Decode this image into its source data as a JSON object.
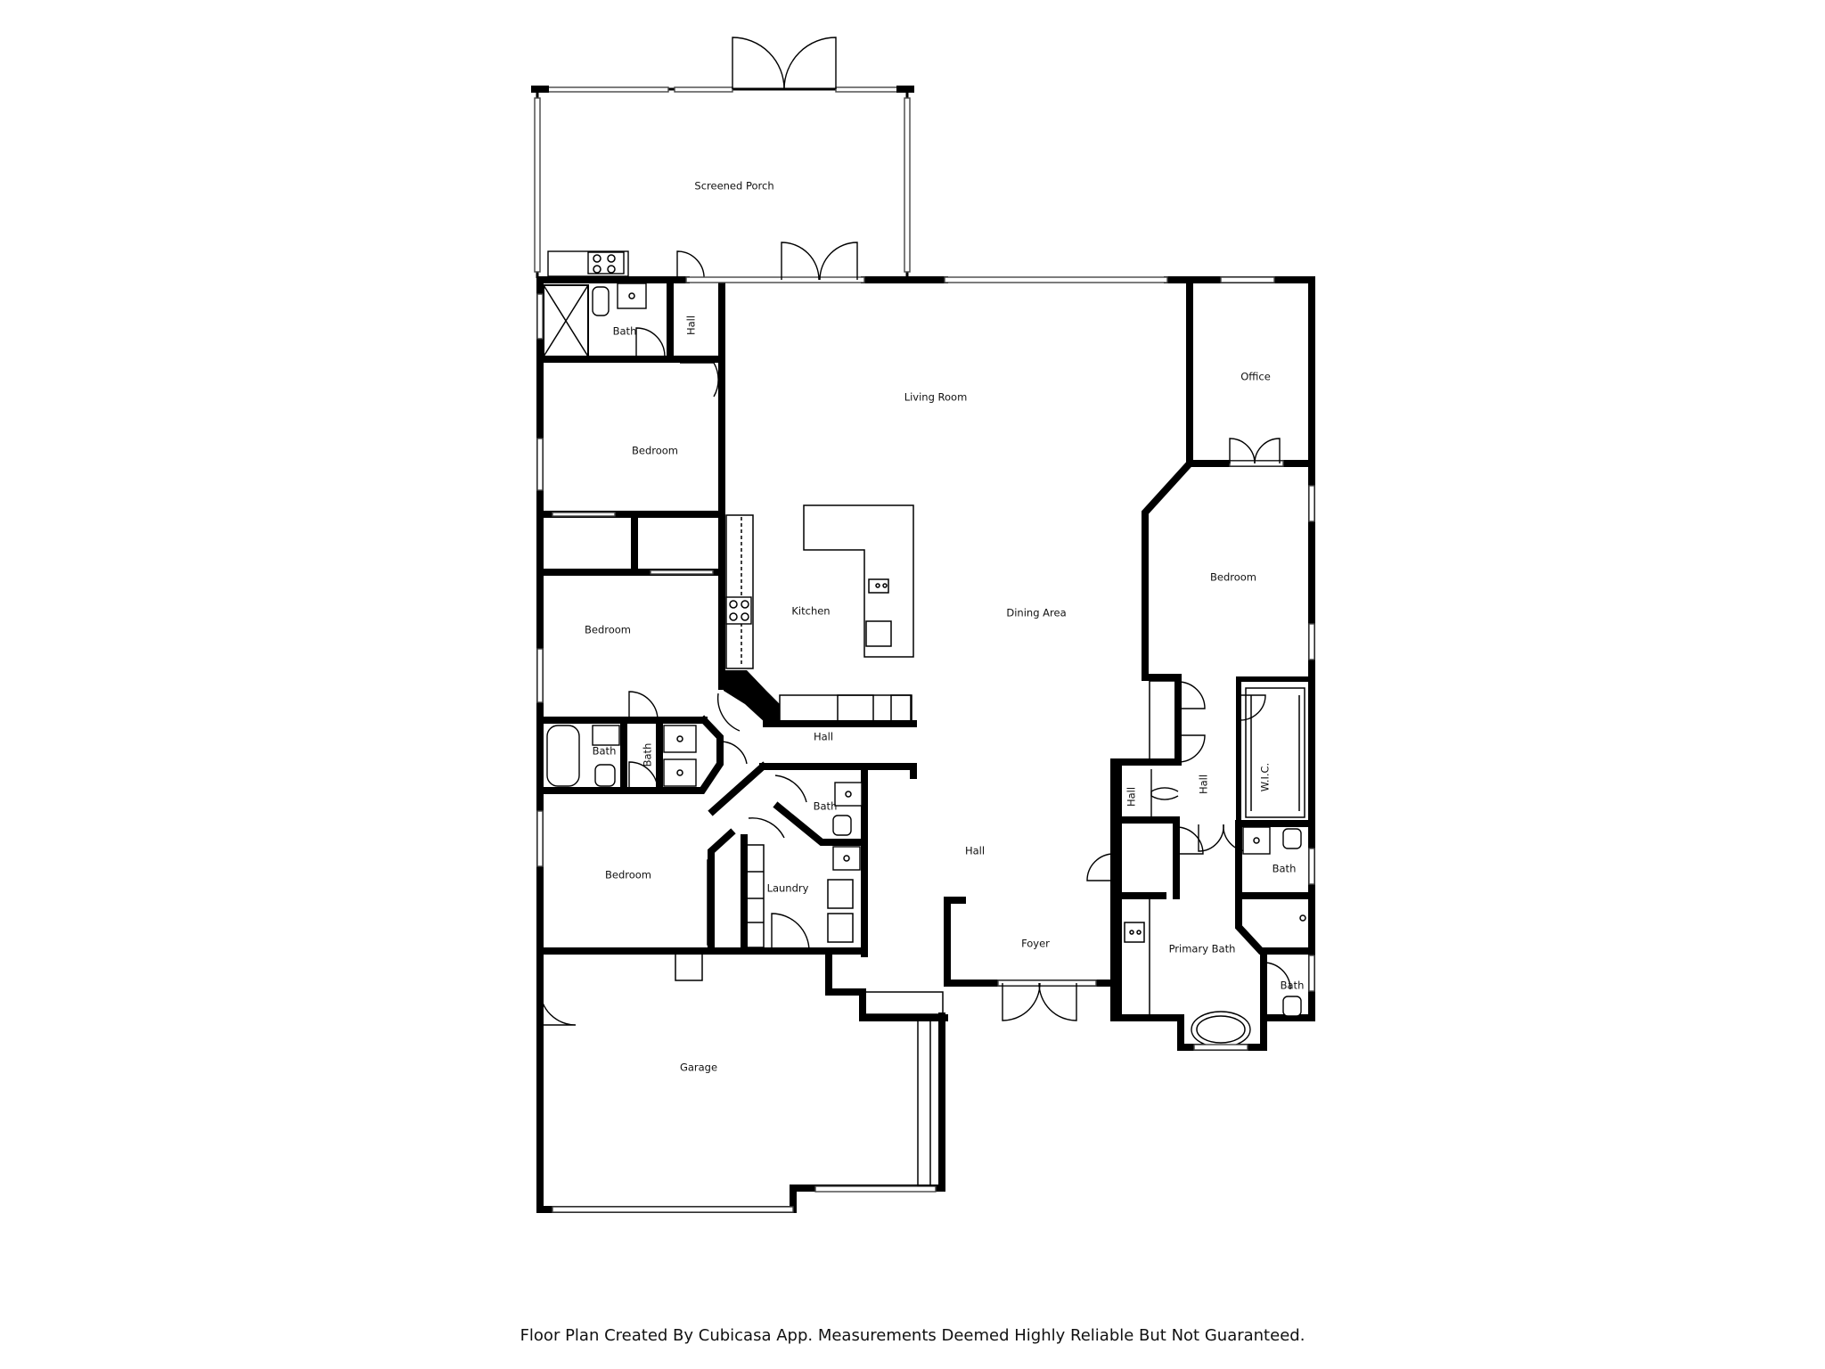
{
  "rooms": {
    "screened_porch": "Screened Porch",
    "bath_nw": "Bath",
    "hall_nw": "Hall",
    "living_room": "Living Room",
    "office": "Office",
    "bedroom_1": "Bedroom",
    "kitchen": "Kitchen",
    "dining_area": "Dining Area",
    "bedroom_east": "Bedroom",
    "bedroom_2": "Bedroom",
    "hall_center": "Hall",
    "bath_w1": "Bath",
    "bath_w2": "Bath",
    "bath_center": "Bath",
    "hall_east_1": "Hall",
    "hall_east_2": "Hall",
    "wic": "W.I.C.",
    "bedroom_3": "Bedroom",
    "laundry": "Laundry",
    "hall_main": "Hall",
    "bath_east": "Bath",
    "foyer": "Foyer",
    "primary_bath": "Primary Bath",
    "bath_se": "Bath",
    "garage": "Garage"
  },
  "caption": "Floor Plan Created By Cubicasa App. Measurements Deemed Highly Reliable But Not Guaranteed."
}
